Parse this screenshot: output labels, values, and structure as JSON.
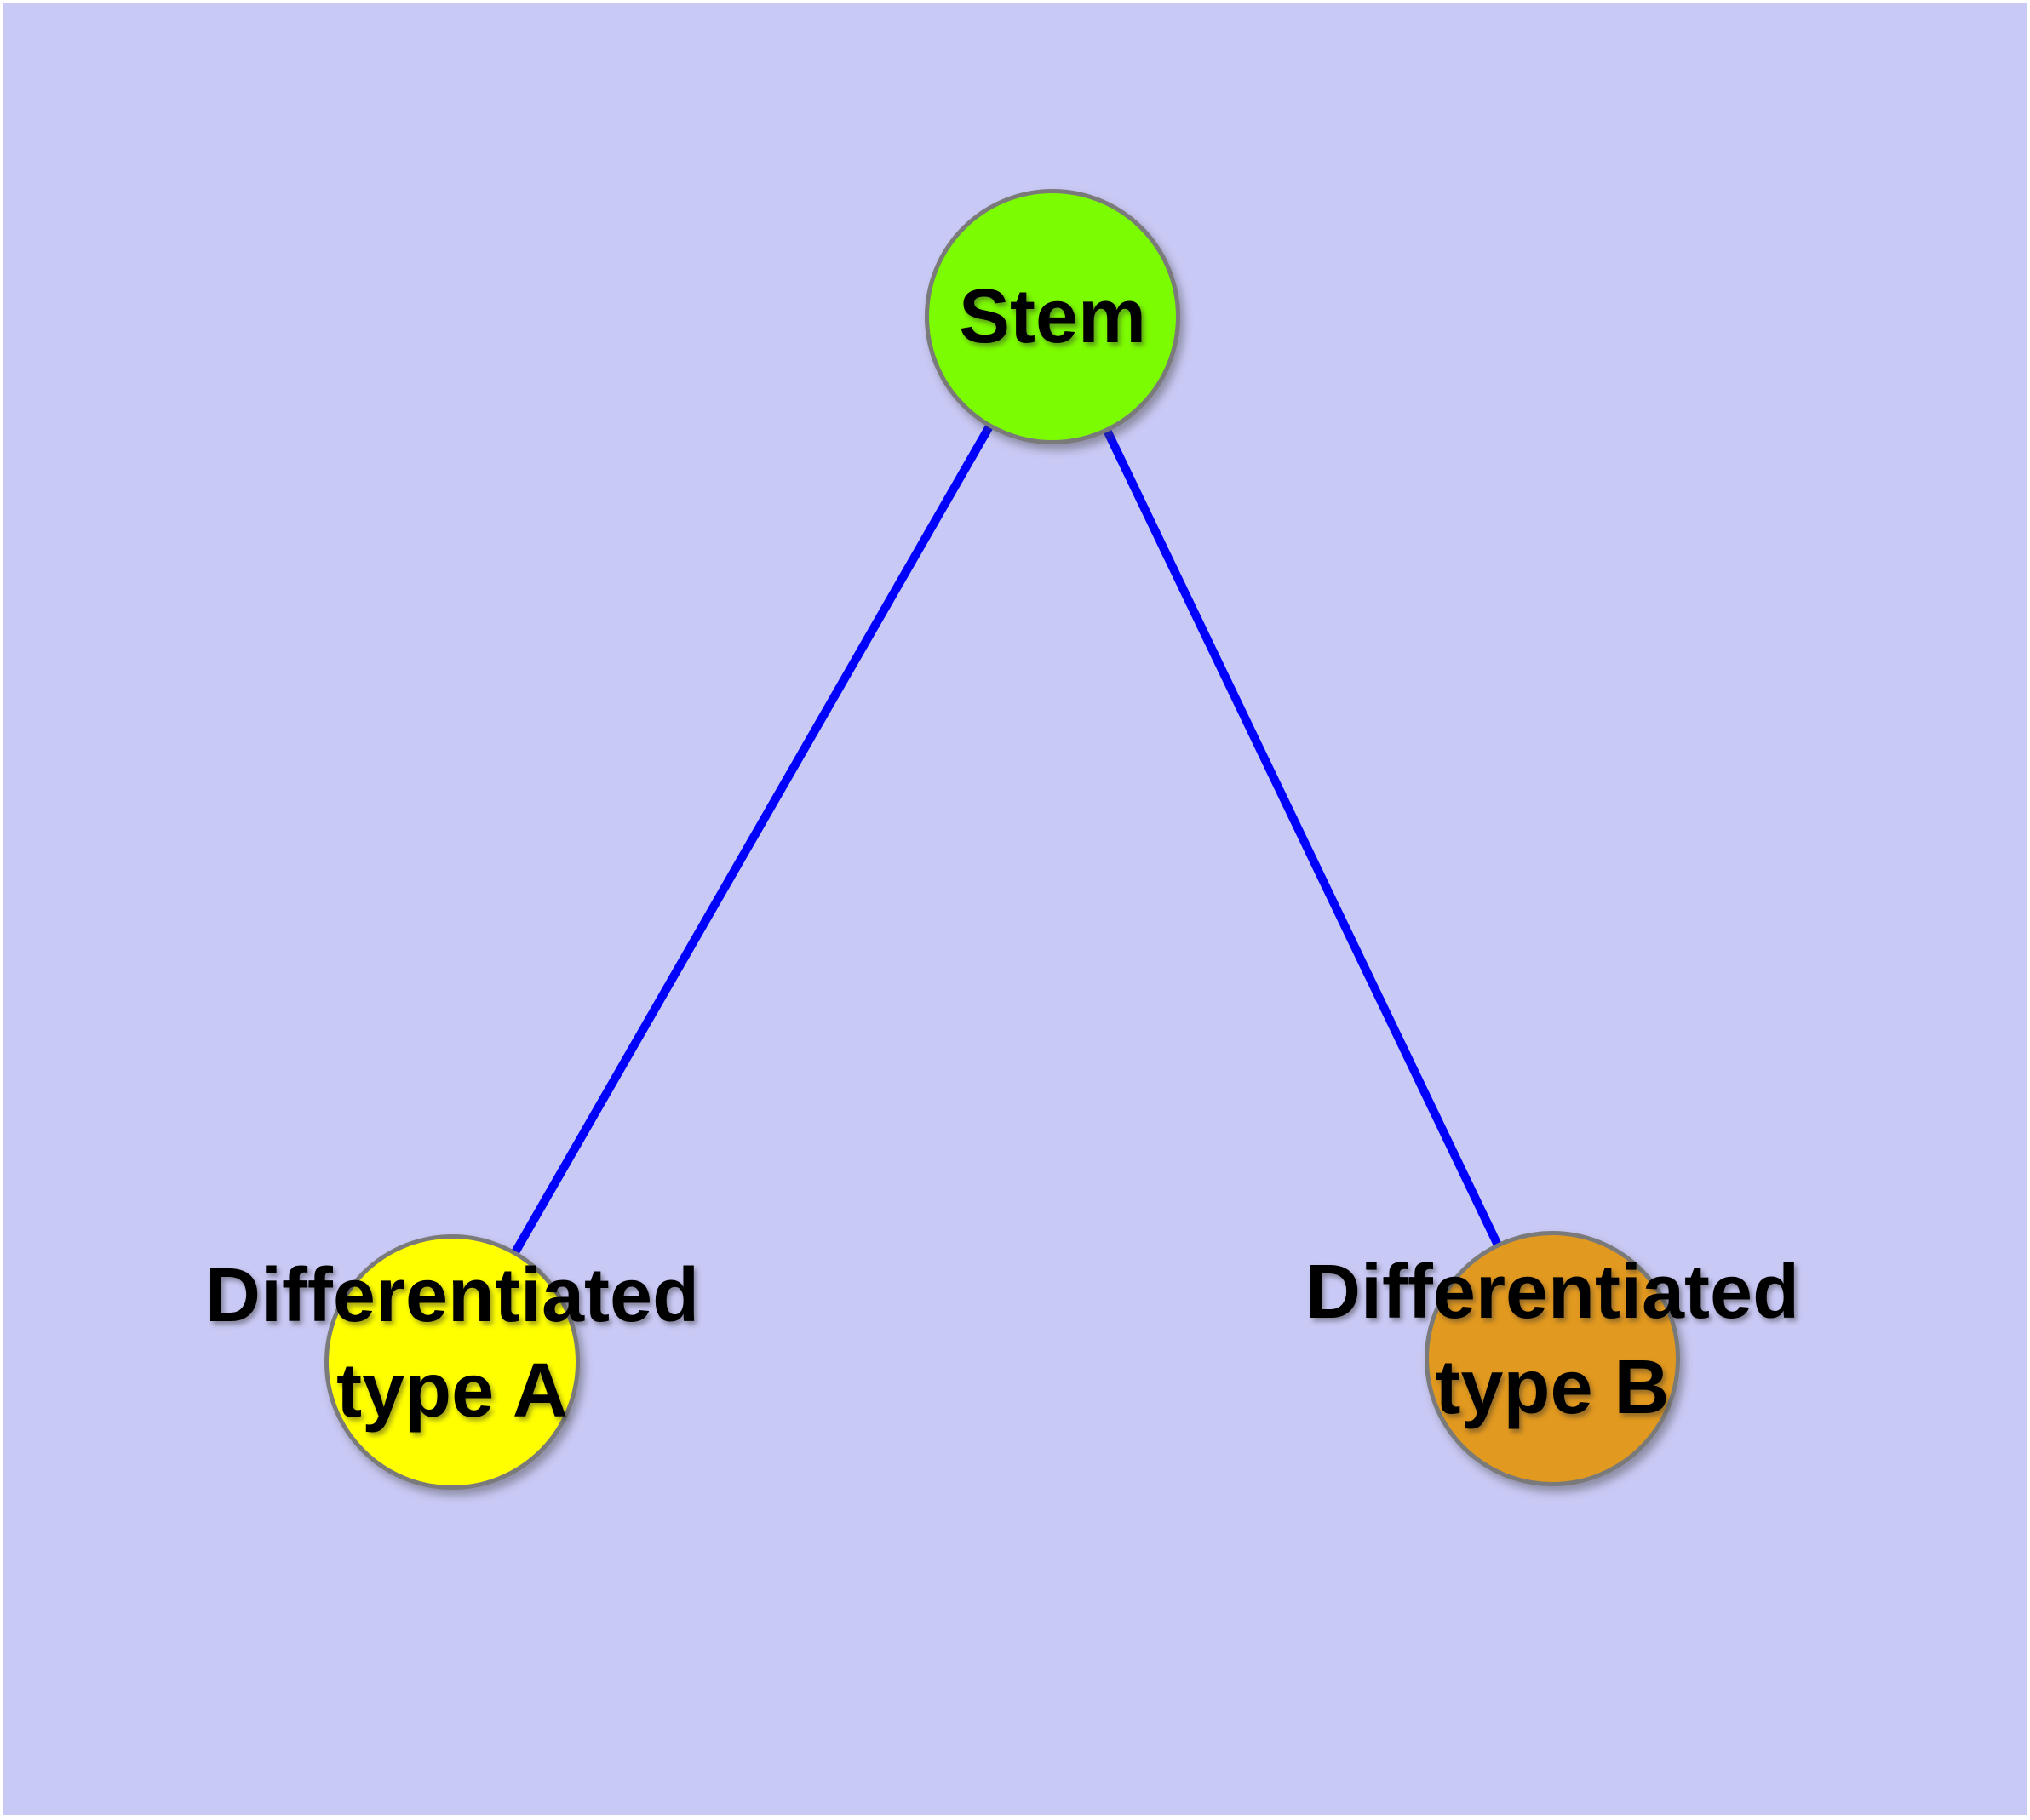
{
  "diagram": {
    "colors": {
      "background": "#C9C9F5",
      "node_border": "#7A7A7A",
      "edge": "#0000FF",
      "label_text": "#000000"
    },
    "nodes": {
      "stem": {
        "label": "Stem",
        "fill": "#7CFC00"
      },
      "type_a": {
        "label_line1": "Differentiated",
        "label_line2": "type A",
        "fill": "#FFFF00"
      },
      "type_b": {
        "label_line1": "Differentiated",
        "label_line2": "type B",
        "fill": "#E2991F"
      }
    },
    "edges": [
      {
        "from": "Stem",
        "to": "Differentiated type A"
      },
      {
        "from": "Stem",
        "to": "Differentiated type B"
      }
    ]
  }
}
